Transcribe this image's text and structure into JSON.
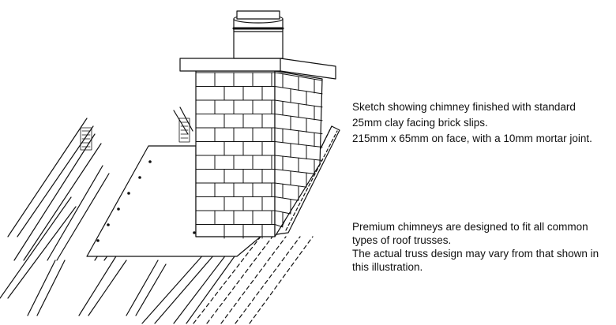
{
  "caption_top": {
    "line1": "Sketch showing chimney finished with standard",
    "line2": "25mm clay facing brick slips.",
    "line3": "215mm x 65mm on face, with a 10mm mortar joint."
  },
  "caption_bottom": {
    "line1": "Premium chimneys are designed to fit all common",
    "line2": "types of roof trusses.",
    "line3": "The actual truss design may vary from that shown in",
    "line4": "this illustration."
  }
}
